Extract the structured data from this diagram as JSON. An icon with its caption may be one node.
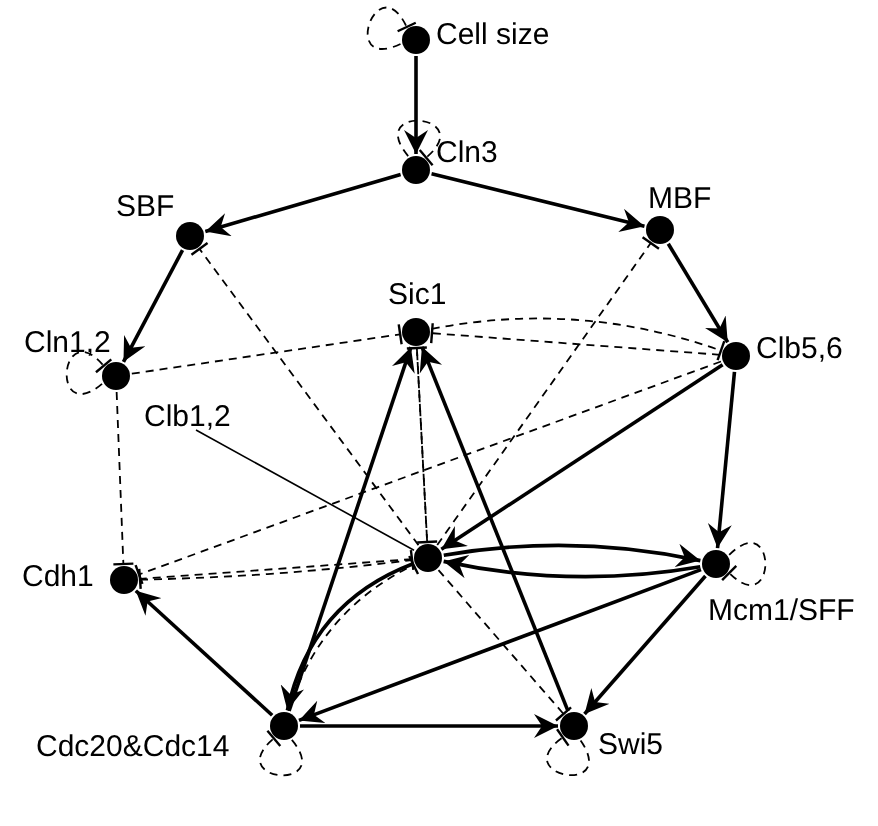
{
  "diagram": {
    "nodes": [
      {
        "text": [],
        "shape": "circle",
        "beside": [
          "Cell size"
        ]
      },
      {
        "text": [],
        "shape": "circle",
        "beside": [
          "Cln3"
        ]
      },
      {
        "text": [],
        "shape": "circle",
        "beside": [
          "SBF"
        ]
      },
      {
        "text": [],
        "shape": "circle",
        "beside": [
          "MBF"
        ]
      },
      {
        "text": [],
        "shape": "circle",
        "beside": [
          "Cln1,2"
        ]
      },
      {
        "text": [],
        "shape": "circle",
        "beside": [
          "Sic1"
        ]
      },
      {
        "text": [],
        "shape": "circle",
        "beside": [
          "Clb5,6"
        ]
      },
      {
        "text": [],
        "shape": "circle"
      },
      {
        "text": [],
        "shape": "circle",
        "beside": [
          "Cdh1"
        ]
      },
      {
        "text": [],
        "shape": "circle",
        "beside": [
          "Mcm1/SFF"
        ]
      },
      {
        "text": [],
        "shape": "circle",
        "beside": [
          "Cdc20&Cdc14"
        ]
      },
      {
        "text": [],
        "shape": "circle",
        "beside": [
          "Swi5"
        ]
      },
      {
        "text": [
          "Clb1,2"
        ]
      }
    ],
    "edges": [
      {
        "from": 0,
        "to": 1,
        "arrow": "to"
      },
      {
        "from": 1,
        "to": 2,
        "arrow": "to"
      },
      {
        "from": 1,
        "to": 3,
        "arrow": "to"
      },
      {
        "from": 2,
        "to": 4,
        "arrow": "to"
      },
      {
        "from": 3,
        "to": 6,
        "arrow": "to"
      },
      {
        "from": 6,
        "to": 9,
        "arrow": "to"
      },
      {
        "from": 6,
        "to": 7,
        "arrow": "to"
      },
      {
        "from": 7,
        "to": 9,
        "arrow": "to"
      },
      {
        "from": 9,
        "to": 7,
        "arrow": "to"
      },
      {
        "from": 7,
        "to": 10,
        "arrow": "to"
      },
      {
        "from": 9,
        "to": 10,
        "arrow": "to"
      },
      {
        "from": 9,
        "to": 11,
        "arrow": "to"
      },
      {
        "from": 10,
        "to": 8,
        "arrow": "to"
      },
      {
        "from": 10,
        "to": 11,
        "arrow": "to"
      },
      {
        "from": 10,
        "to": 5,
        "arrow": "to"
      },
      {
        "from": 11,
        "to": 5,
        "arrow": "to"
      },
      {
        "from": 12,
        "to": 7,
        "arrow": "none"
      },
      {
        "from": 7,
        "to": 2,
        "arrow": "other",
        "style": "dashed"
      },
      {
        "from": 7,
        "to": 3,
        "arrow": "other",
        "style": "dashed"
      },
      {
        "from": 4,
        "to": 5,
        "arrow": "other",
        "style": "dashed"
      },
      {
        "from": 4,
        "to": 8,
        "arrow": "other",
        "style": "dashed"
      },
      {
        "from": 6,
        "to": 5,
        "arrow": "other",
        "style": "dashed"
      },
      {
        "from": 5,
        "to": 6,
        "arrow": "other",
        "style": "dashed"
      },
      {
        "from": 6,
        "to": 8,
        "arrow": "other",
        "style": "dashed"
      },
      {
        "from": 5,
        "to": 7,
        "arrow": "other",
        "style": "dashed"
      },
      {
        "from": 7,
        "to": 5,
        "arrow": "other",
        "style": "dashed"
      },
      {
        "from": 7,
        "to": 8,
        "arrow": "other",
        "style": "dashed"
      },
      {
        "from": 8,
        "to": 7,
        "arrow": "other",
        "style": "dashed"
      },
      {
        "from": 7,
        "to": 11,
        "arrow": "other",
        "style": "dashed"
      },
      {
        "from": 10,
        "to": 7,
        "arrow": "other",
        "style": "dashed"
      },
      {
        "from": 0,
        "to": 0,
        "arrow": "other",
        "style": "dashed"
      },
      {
        "from": 1,
        "to": 1,
        "arrow": "other",
        "style": "dashed"
      },
      {
        "from": 4,
        "to": 4,
        "arrow": "other",
        "style": "dashed"
      },
      {
        "from": 9,
        "to": 9,
        "arrow": "other",
        "style": "dashed"
      },
      {
        "from": 10,
        "to": 10,
        "arrow": "other",
        "style": "dashed"
      },
      {
        "from": 11,
        "to": 11,
        "arrow": "other",
        "style": "dashed"
      }
    ]
  }
}
